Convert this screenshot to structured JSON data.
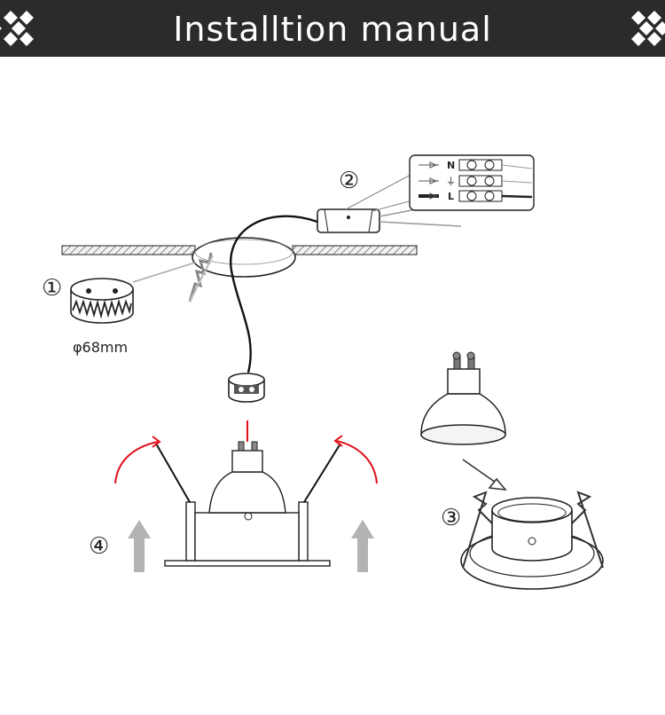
{
  "header": {
    "title": "Installtion manual"
  },
  "steps": {
    "step1": "①",
    "step2": "②",
    "step3": "③",
    "step4": "④"
  },
  "hole_size": "φ68mm",
  "terminal_labels": {
    "n": "N",
    "earth": "⏚",
    "l": "L"
  },
  "colors": {
    "banner": "#2b2b2b",
    "arrow_red": "#e0121b",
    "arrow_gray": "#b3b3b3",
    "line": "#1a1a1a"
  }
}
